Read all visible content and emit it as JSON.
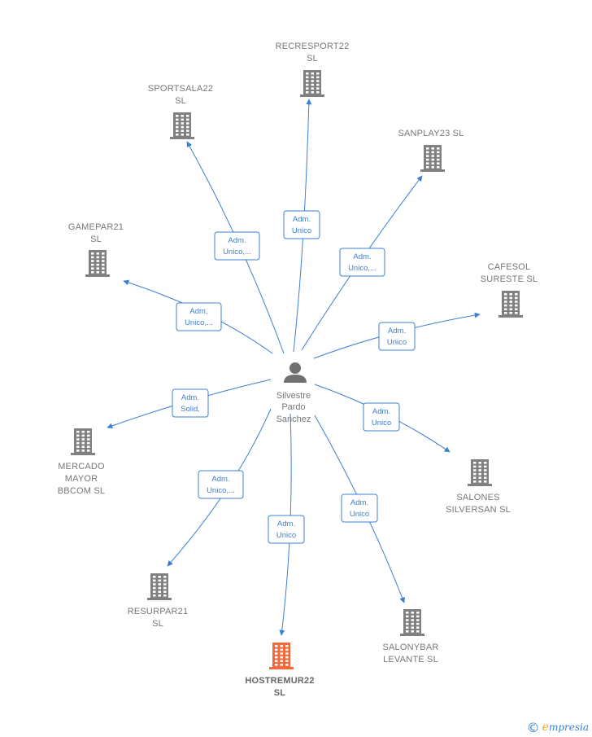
{
  "person": {
    "lines": [
      "Silvestre",
      "Pardo",
      "Sanchez"
    ]
  },
  "companies": [
    {
      "id": "recresport22",
      "lines": [
        "RECRESPORT22",
        "SL"
      ],
      "highlight": false
    },
    {
      "id": "sportsala22",
      "lines": [
        "SPORTSALA22",
        "SL"
      ],
      "highlight": false
    },
    {
      "id": "sanplay23",
      "lines": [
        "SANPLAY23  SL"
      ],
      "highlight": false
    },
    {
      "id": "gamepar21",
      "lines": [
        "GAMEPAR21",
        "SL"
      ],
      "highlight": false
    },
    {
      "id": "cafesol-sureste",
      "lines": [
        "CAFESOL",
        "SURESTE  SL"
      ],
      "highlight": false
    },
    {
      "id": "mercado-mayor-bbcom",
      "lines": [
        "MERCADO",
        "MAYOR",
        "BBCOM  SL"
      ],
      "highlight": false
    },
    {
      "id": "salones-silversan",
      "lines": [
        "SALONES",
        "SILVERSAN  SL"
      ],
      "highlight": false
    },
    {
      "id": "resurpar21",
      "lines": [
        "RESURPAR21",
        "SL"
      ],
      "highlight": false
    },
    {
      "id": "hostremur22",
      "lines": [
        "HOSTREMUR22",
        "SL"
      ],
      "highlight": true
    },
    {
      "id": "salonybar-levante",
      "lines": [
        "SALONYBAR",
        "LEVANTE  SL"
      ],
      "highlight": false
    }
  ],
  "edges": [
    {
      "target": "recresport22",
      "lines": [
        "Adm.",
        "Unico"
      ]
    },
    {
      "target": "sportsala22",
      "lines": [
        "Adm.",
        "Unico,..."
      ]
    },
    {
      "target": "sanplay23",
      "lines": [
        "Adm.",
        "Unico,..."
      ]
    },
    {
      "target": "gamepar21",
      "lines": [
        "Adm.",
        "Unico,..."
      ]
    },
    {
      "target": "cafesol-sureste",
      "lines": [
        "Adm.",
        "Unico"
      ]
    },
    {
      "target": "mercado-mayor-bbcom",
      "lines": [
        "Adm.",
        "Solid."
      ]
    },
    {
      "target": "salones-silversan",
      "lines": [
        "Adm.",
        "Unico"
      ]
    },
    {
      "target": "resurpar21",
      "lines": [
        "Adm.",
        "Unico,..."
      ]
    },
    {
      "target": "hostremur22",
      "lines": [
        "Adm.",
        "Unico"
      ]
    },
    {
      "target": "salonybar-levante",
      "lines": [
        "Adm.",
        "Unico"
      ]
    }
  ],
  "colors": {
    "edge": "#3c80d0",
    "building": "#808080",
    "building_highlight": "#f26a3b",
    "person": "#707070"
  },
  "footer": {
    "copyright": "©",
    "brand_initial": "e",
    "brand_rest": "mpresia"
  }
}
